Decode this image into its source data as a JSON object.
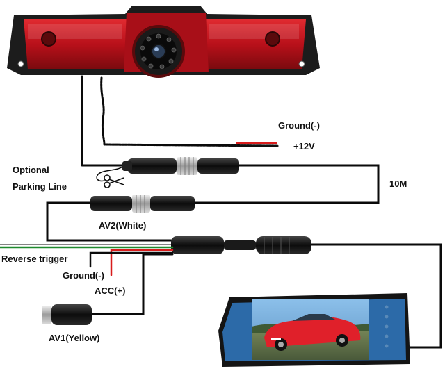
{
  "labels": {
    "ground_top": "Ground(-)",
    "plus12v": "+12V",
    "optional": "Optional",
    "parking_line": "Parking Line",
    "length": "10M",
    "av2": "AV2(White)",
    "reverse_trigger": "Reverse trigger",
    "ground_bottom": "Ground(-)",
    "acc": "ACC(+)",
    "av1": "AV1(Yellow)"
  },
  "colors": {
    "lamp_red": "#c8121a",
    "lamp_dark_red": "#7a0a0e",
    "housing": "#1c1c1c",
    "cable": "#0a0a0a",
    "wire_red": "#d81c1c",
    "wire_green": "#1f8a2e",
    "connector_metal": "#b8b8b8",
    "monitor_sky": "#6fa8d8",
    "car_red": "#e0202a"
  }
}
